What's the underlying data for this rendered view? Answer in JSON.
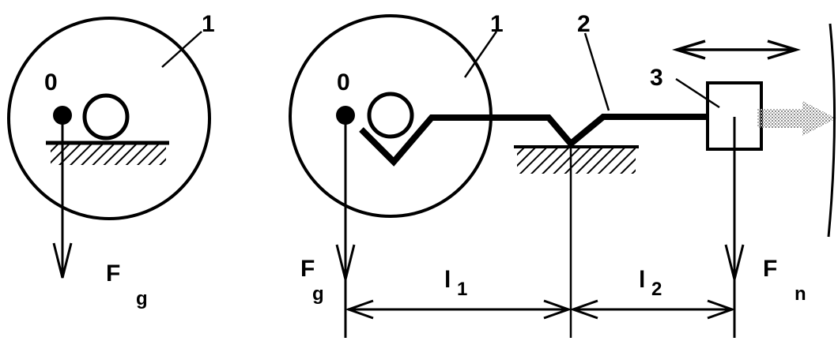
{
  "left_figure": {
    "part_label": "1",
    "pivot_label": "0",
    "force_symbol": "F",
    "force_subscript": "g"
  },
  "right_figure": {
    "part1_label": "1",
    "part2_label": "2",
    "part3_label": "3",
    "pivot_label": "0",
    "force_g_symbol": "F",
    "force_g_subscript": "g",
    "force_n_symbol": "F",
    "force_n_subscript": "n",
    "arm1_symbol": "l",
    "arm1_subscript": "1",
    "arm2_symbol": "l",
    "arm2_subscript": "2"
  },
  "colors": {
    "ink": "#000000",
    "hatch": "#000000",
    "push_arrow": "#9a9a9a"
  }
}
